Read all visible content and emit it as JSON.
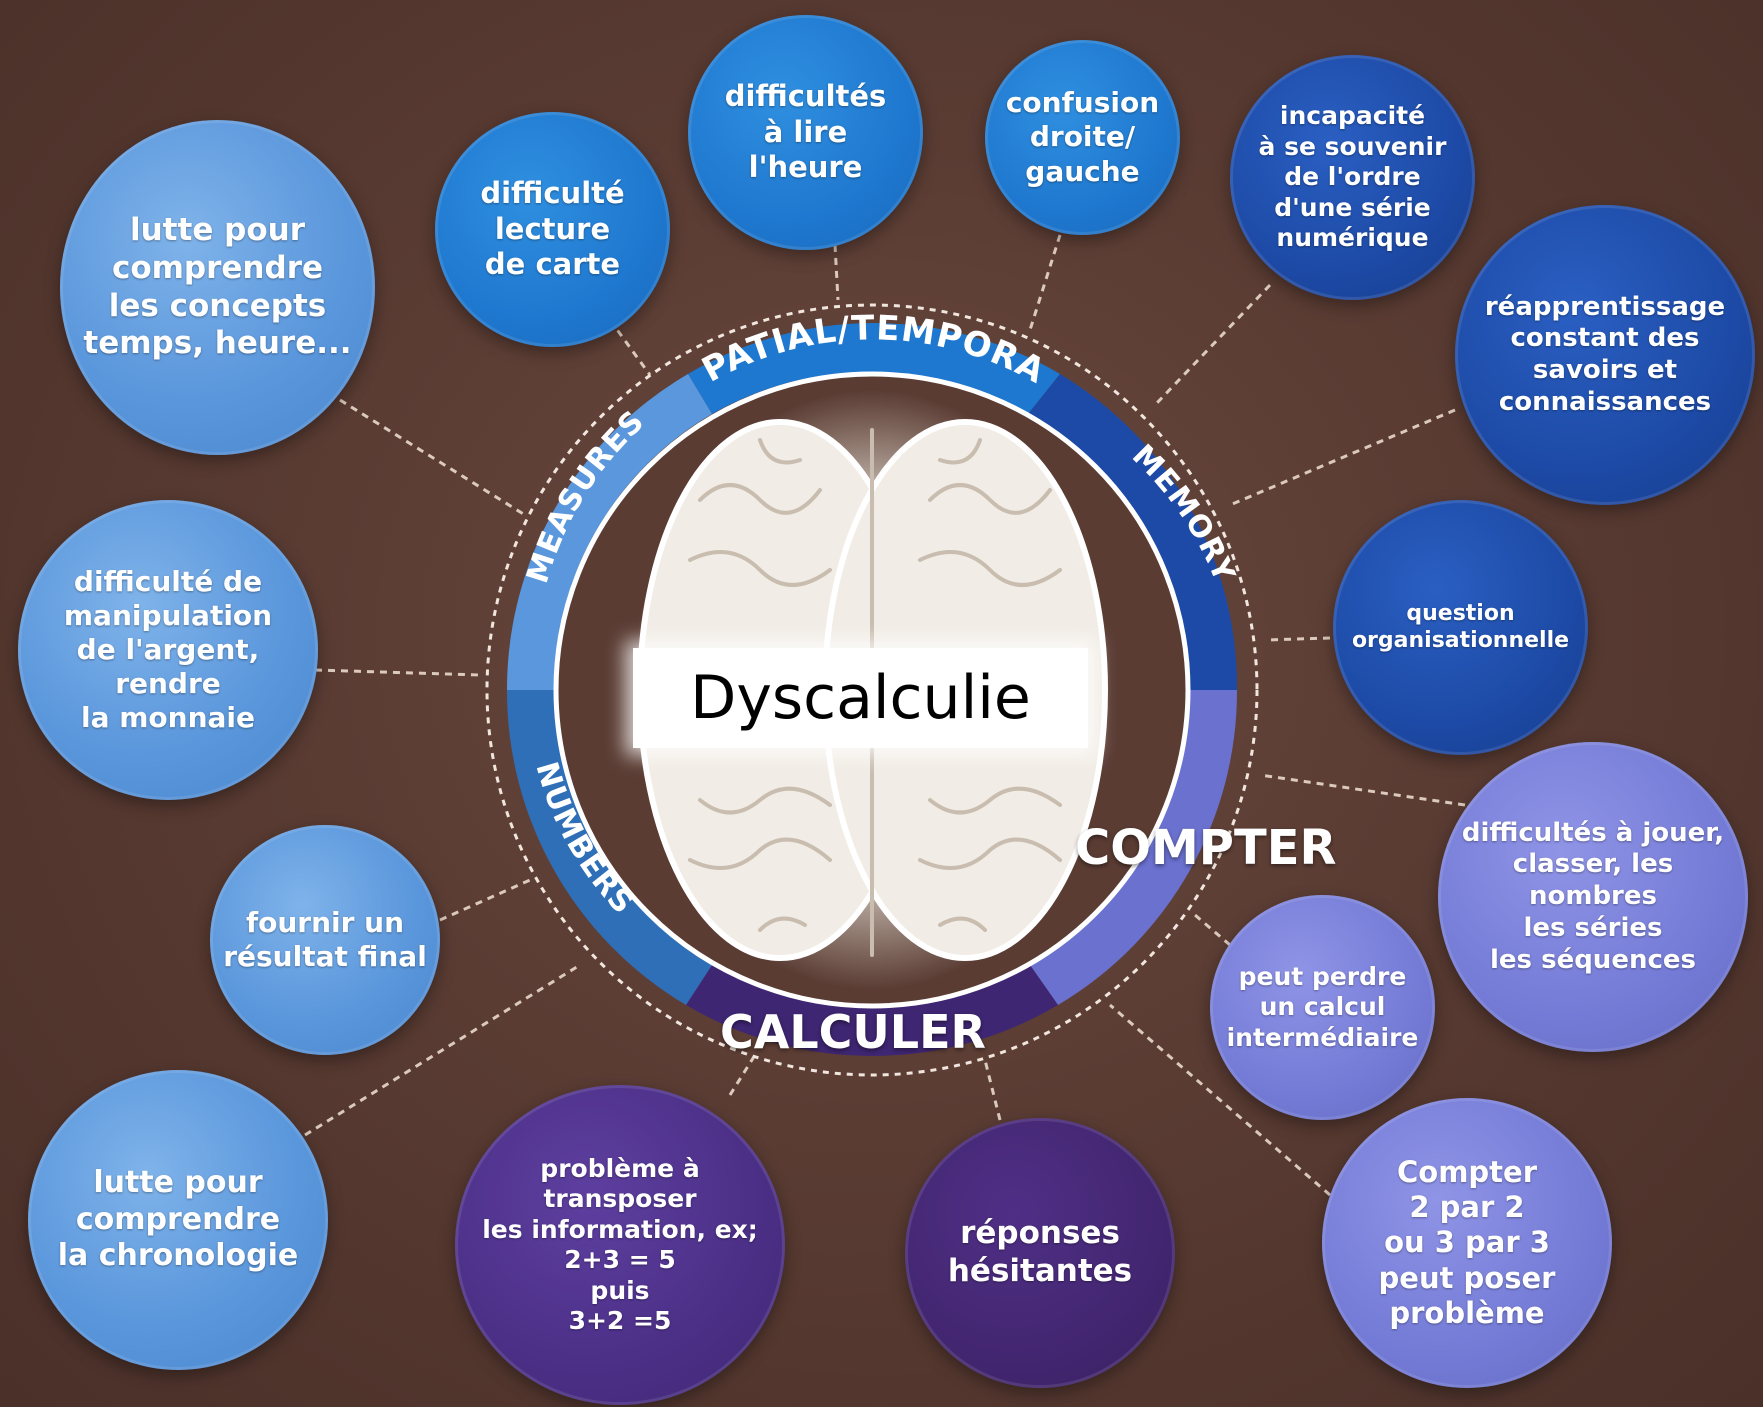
{
  "center": {
    "title": "Dyscalculie"
  },
  "ring": {
    "segments": [
      {
        "label": "SPATIAL/TEMPORAL",
        "color": "#1f78cf"
      },
      {
        "label": "MEMORY",
        "color": "#1d4aa6"
      },
      {
        "label": "COMPTER",
        "color": "#6b71cf"
      },
      {
        "label": "CALCULER",
        "color": "#3f2673"
      },
      {
        "label": "NUMBERS",
        "color": "#2f6fb8"
      },
      {
        "label": "MEASURES",
        "color": "#5b97dc"
      }
    ]
  },
  "bubbles": [
    {
      "id": "b1",
      "text": "lutte pour\ncomprendre\nles concepts\ntemps, heure...",
      "color": "lightblue"
    },
    {
      "id": "b2",
      "text": "difficulté\nlecture\nde carte",
      "color": "midblue"
    },
    {
      "id": "b3",
      "text": "difficultés\nà lire\nl'heure",
      "color": "midblue"
    },
    {
      "id": "b4",
      "text": "confusion\ndroite/\ngauche",
      "color": "midblue"
    },
    {
      "id": "b5",
      "text": "incapacité\nà se souvenir\nde l'ordre\nd'une série\nnumérique",
      "color": "darkblue"
    },
    {
      "id": "b6",
      "text": "réapprentissage\nconstant des\nsavoirs et\nconnaissances",
      "color": "darkblue"
    },
    {
      "id": "b7",
      "text": "question\norganisationnelle",
      "color": "darkblue"
    },
    {
      "id": "b8",
      "text": "difficulté de\nmanipulation\nde l'argent,\nrendre\nla monnaie",
      "color": "lightblue"
    },
    {
      "id": "b9",
      "text": "fournir un\nrésultat final",
      "color": "lightblue"
    },
    {
      "id": "b10",
      "text": "difficultés à jouer,\nclasser, les nombres\nles séries\nles séquences",
      "color": "lavender"
    },
    {
      "id": "b11",
      "text": "peut perdre\nun calcul\nintermédiaire",
      "color": "lavender"
    },
    {
      "id": "b12",
      "text": "lutte pour\ncomprendre\nla chronologie",
      "color": "lightblue"
    },
    {
      "id": "b13",
      "text": "problème à\ntransposer\nles information, ex;\n2+3 = 5\npuis\n3+2 =5",
      "color": "purple"
    },
    {
      "id": "b14",
      "text": "réponses\nhésitantes",
      "color": "purple2"
    },
    {
      "id": "b15",
      "text": "Compter\n2 par 2\nou 3 par 3\npeut poser\nproblème",
      "color": "lavender"
    }
  ]
}
